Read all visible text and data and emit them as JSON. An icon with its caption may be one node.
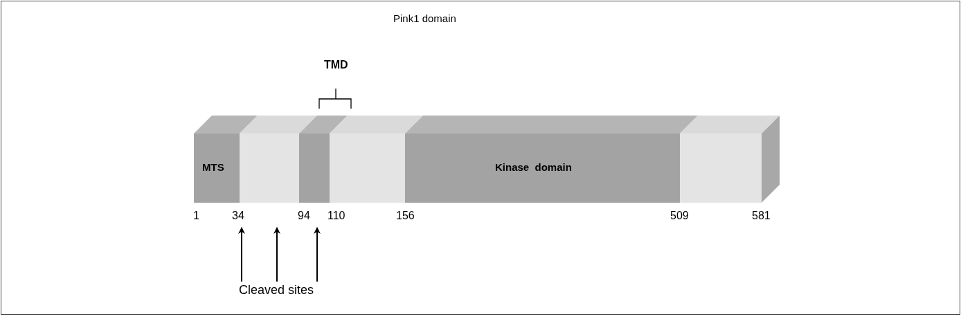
{
  "diagram": {
    "title": "Pink1 domain",
    "nodes": [
      {
        "text": [
          "MTS"
        ]
      },
      {
        "text": [],
        "shape": "box"
      },
      {
        "text": [],
        "shape": "box"
      },
      {
        "text": [],
        "shape": "box"
      },
      {
        "text": [
          "Kinase  domain"
        ]
      },
      {
        "text": [],
        "shape": "box"
      },
      {
        "text": [
          "Cleaved sites"
        ]
      }
    ],
    "edges": [
      {
        "from": 6,
        "to": 0,
        "arrow": "to"
      },
      {
        "from": 6,
        "to": 1,
        "arrow": "to"
      },
      {
        "from": 6,
        "to": 2,
        "arrow": "to"
      }
    ],
    "labels": [
      "TMD",
      "1",
      "34",
      "94",
      "110",
      "156",
      "509",
      "581"
    ]
  }
}
